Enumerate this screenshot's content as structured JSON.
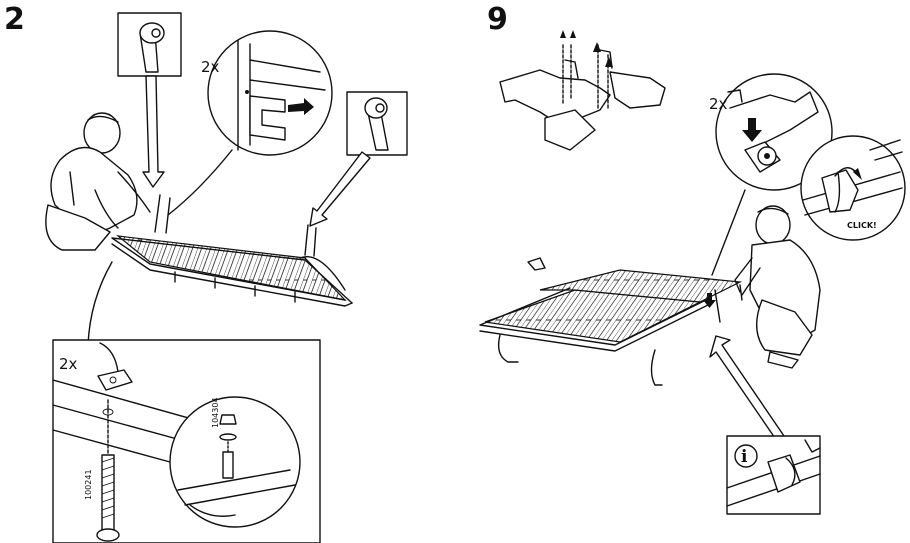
{
  "steps": {
    "left": {
      "number": "2",
      "count_top": "2x",
      "count_bottom": "2x",
      "bolt_part_number": "100241",
      "nut_part_number": "104304"
    },
    "right": {
      "number": "9",
      "count": "2x",
      "click_label": "CLICK!",
      "info_symbol": "i"
    }
  },
  "icons": [
    "hinge-bracket-icon",
    "arrow-down-icon",
    "arrow-up-icon",
    "info-icon",
    "rotate-arrow-icon"
  ]
}
